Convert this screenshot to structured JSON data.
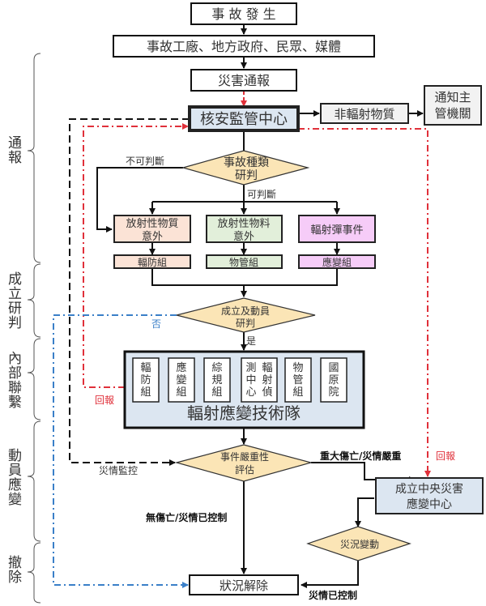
{
  "phases": [
    {
      "id": "notify",
      "label": "通報"
    },
    {
      "id": "establish",
      "label": "成立研判"
    },
    {
      "id": "liaison",
      "label": "內部聯繫"
    },
    {
      "id": "mobilize",
      "label": "動員應變"
    },
    {
      "id": "withdraw",
      "label": "撤除"
    }
  ],
  "nodes": {
    "accident": "事 故 發 生",
    "sources": "事故工廠、地方政府、民眾、媒體",
    "report": "災害通報",
    "nsc": "核安監管中心",
    "non_radiation": "非輻射物質",
    "notify_authority_1": "通知主",
    "notify_authority_2": "管機關",
    "type_decision_1": "事故種類",
    "type_decision_2": "研判",
    "cat_a_1": "放射性物質",
    "cat_a_2": "意外",
    "cat_b_1": "放射性物料",
    "cat_b_2": "意外",
    "cat_c": "輻射彈事件",
    "group_a": "輻防組",
    "group_b": "物管組",
    "group_c": "應變組",
    "mobilize_decision_1": "成立及動員",
    "mobilize_decision_2": "研判",
    "team_title": "輻射應變技術隊",
    "team_members": [
      {
        "cols": [
          "輻防組"
        ]
      },
      {
        "cols": [
          "應變組"
        ]
      },
      {
        "cols": [
          "綜規組"
        ]
      },
      {
        "cols": [
          "測中心",
          "輻射偵"
        ]
      },
      {
        "cols": [
          "物管組"
        ]
      },
      {
        "cols": [
          "國原院"
        ]
      }
    ],
    "severity_decision_1": "事件嚴重性",
    "severity_decision_2": "評估",
    "central_center_1": "成立中央災害",
    "central_center_2": "應變中心",
    "situation_change": "災況變動",
    "resolved": "狀況解除"
  },
  "edge_labels": {
    "undeterminable": "不可判斷",
    "determinable": "可判斷",
    "no": "否",
    "yes": "是",
    "report_back_left": "回報",
    "report_back_right": "回報",
    "disaster_monitoring": "災情監控",
    "severe": "重大傷亡/災情嚴重",
    "controlled_no_casualty": "無傷亡/災情已控制",
    "controlled": "災情已控制"
  },
  "colors": {
    "nsc_fill": "#dce6f1",
    "decision_fill": "#fbe5b6",
    "cat_a_fill": "#fbe3d6",
    "cat_b_fill": "#e2efda",
    "cat_c_fill": "#f6ccf8",
    "team_fill": "#dce6f1",
    "gray_box_fill": "#f2f2f2",
    "red_line": "#e0303a",
    "blue_line": "#3a7fc8"
  }
}
